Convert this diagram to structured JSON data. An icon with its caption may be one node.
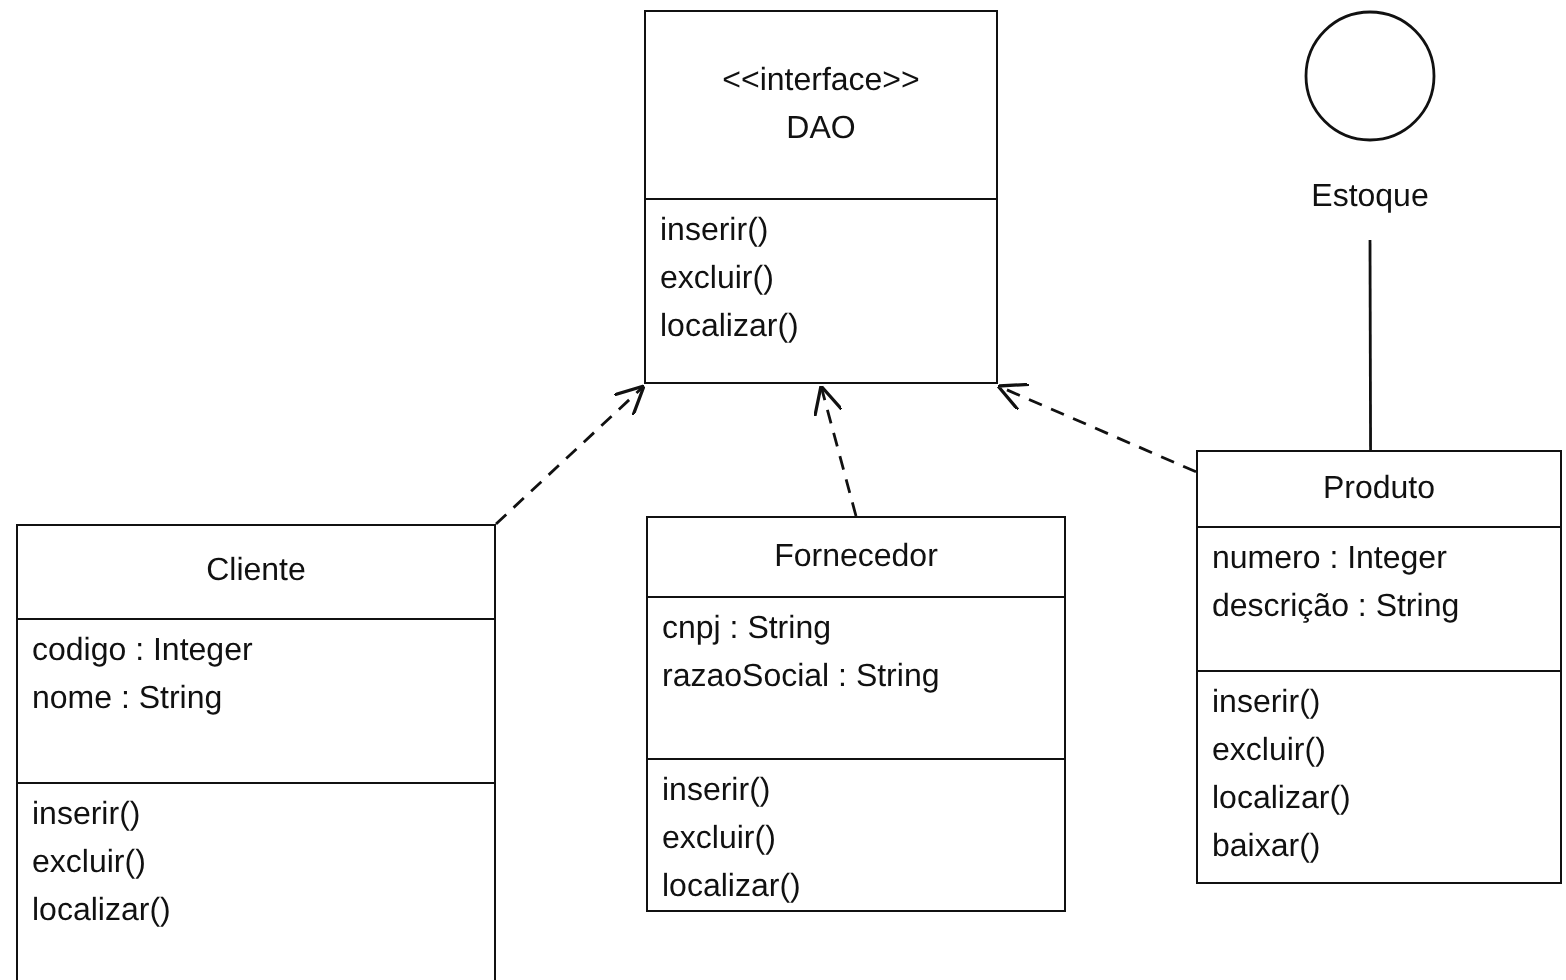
{
  "diagram": {
    "nodes": [
      {
        "text": [
          "<<interface>>",
          "DAO",
          "inserir()",
          "excluir()",
          "localizar()"
        ]
      },
      {
        "text": [],
        "shape": "circle",
        "beside": [
          "Estoque"
        ]
      },
      {
        "text": [
          "Produto",
          "numero : Integer",
          "descrição : String",
          "inserir()",
          "excluir()",
          "localizar()",
          "baixar()"
        ]
      },
      {
        "text": [
          "Cliente",
          "codigo : Integer",
          "nome : String",
          "inserir()",
          "excluir()",
          "localizar()"
        ]
      },
      {
        "text": [
          "Fornecedor",
          "cnpj : String",
          "razaoSocial : String",
          "inserir()",
          "excluir()",
          "localizar()"
        ]
      }
    ],
    "edges": [
      {
        "from": 3,
        "to": 0,
        "arrow": "to",
        "style": "dashed"
      },
      {
        "from": 4,
        "to": 0,
        "arrow": "to",
        "style": "dashed"
      },
      {
        "from": 2,
        "to": 0,
        "arrow": "to",
        "style": "dashed"
      },
      {
        "from": 1,
        "to": 2,
        "arrow": "none"
      }
    ]
  }
}
